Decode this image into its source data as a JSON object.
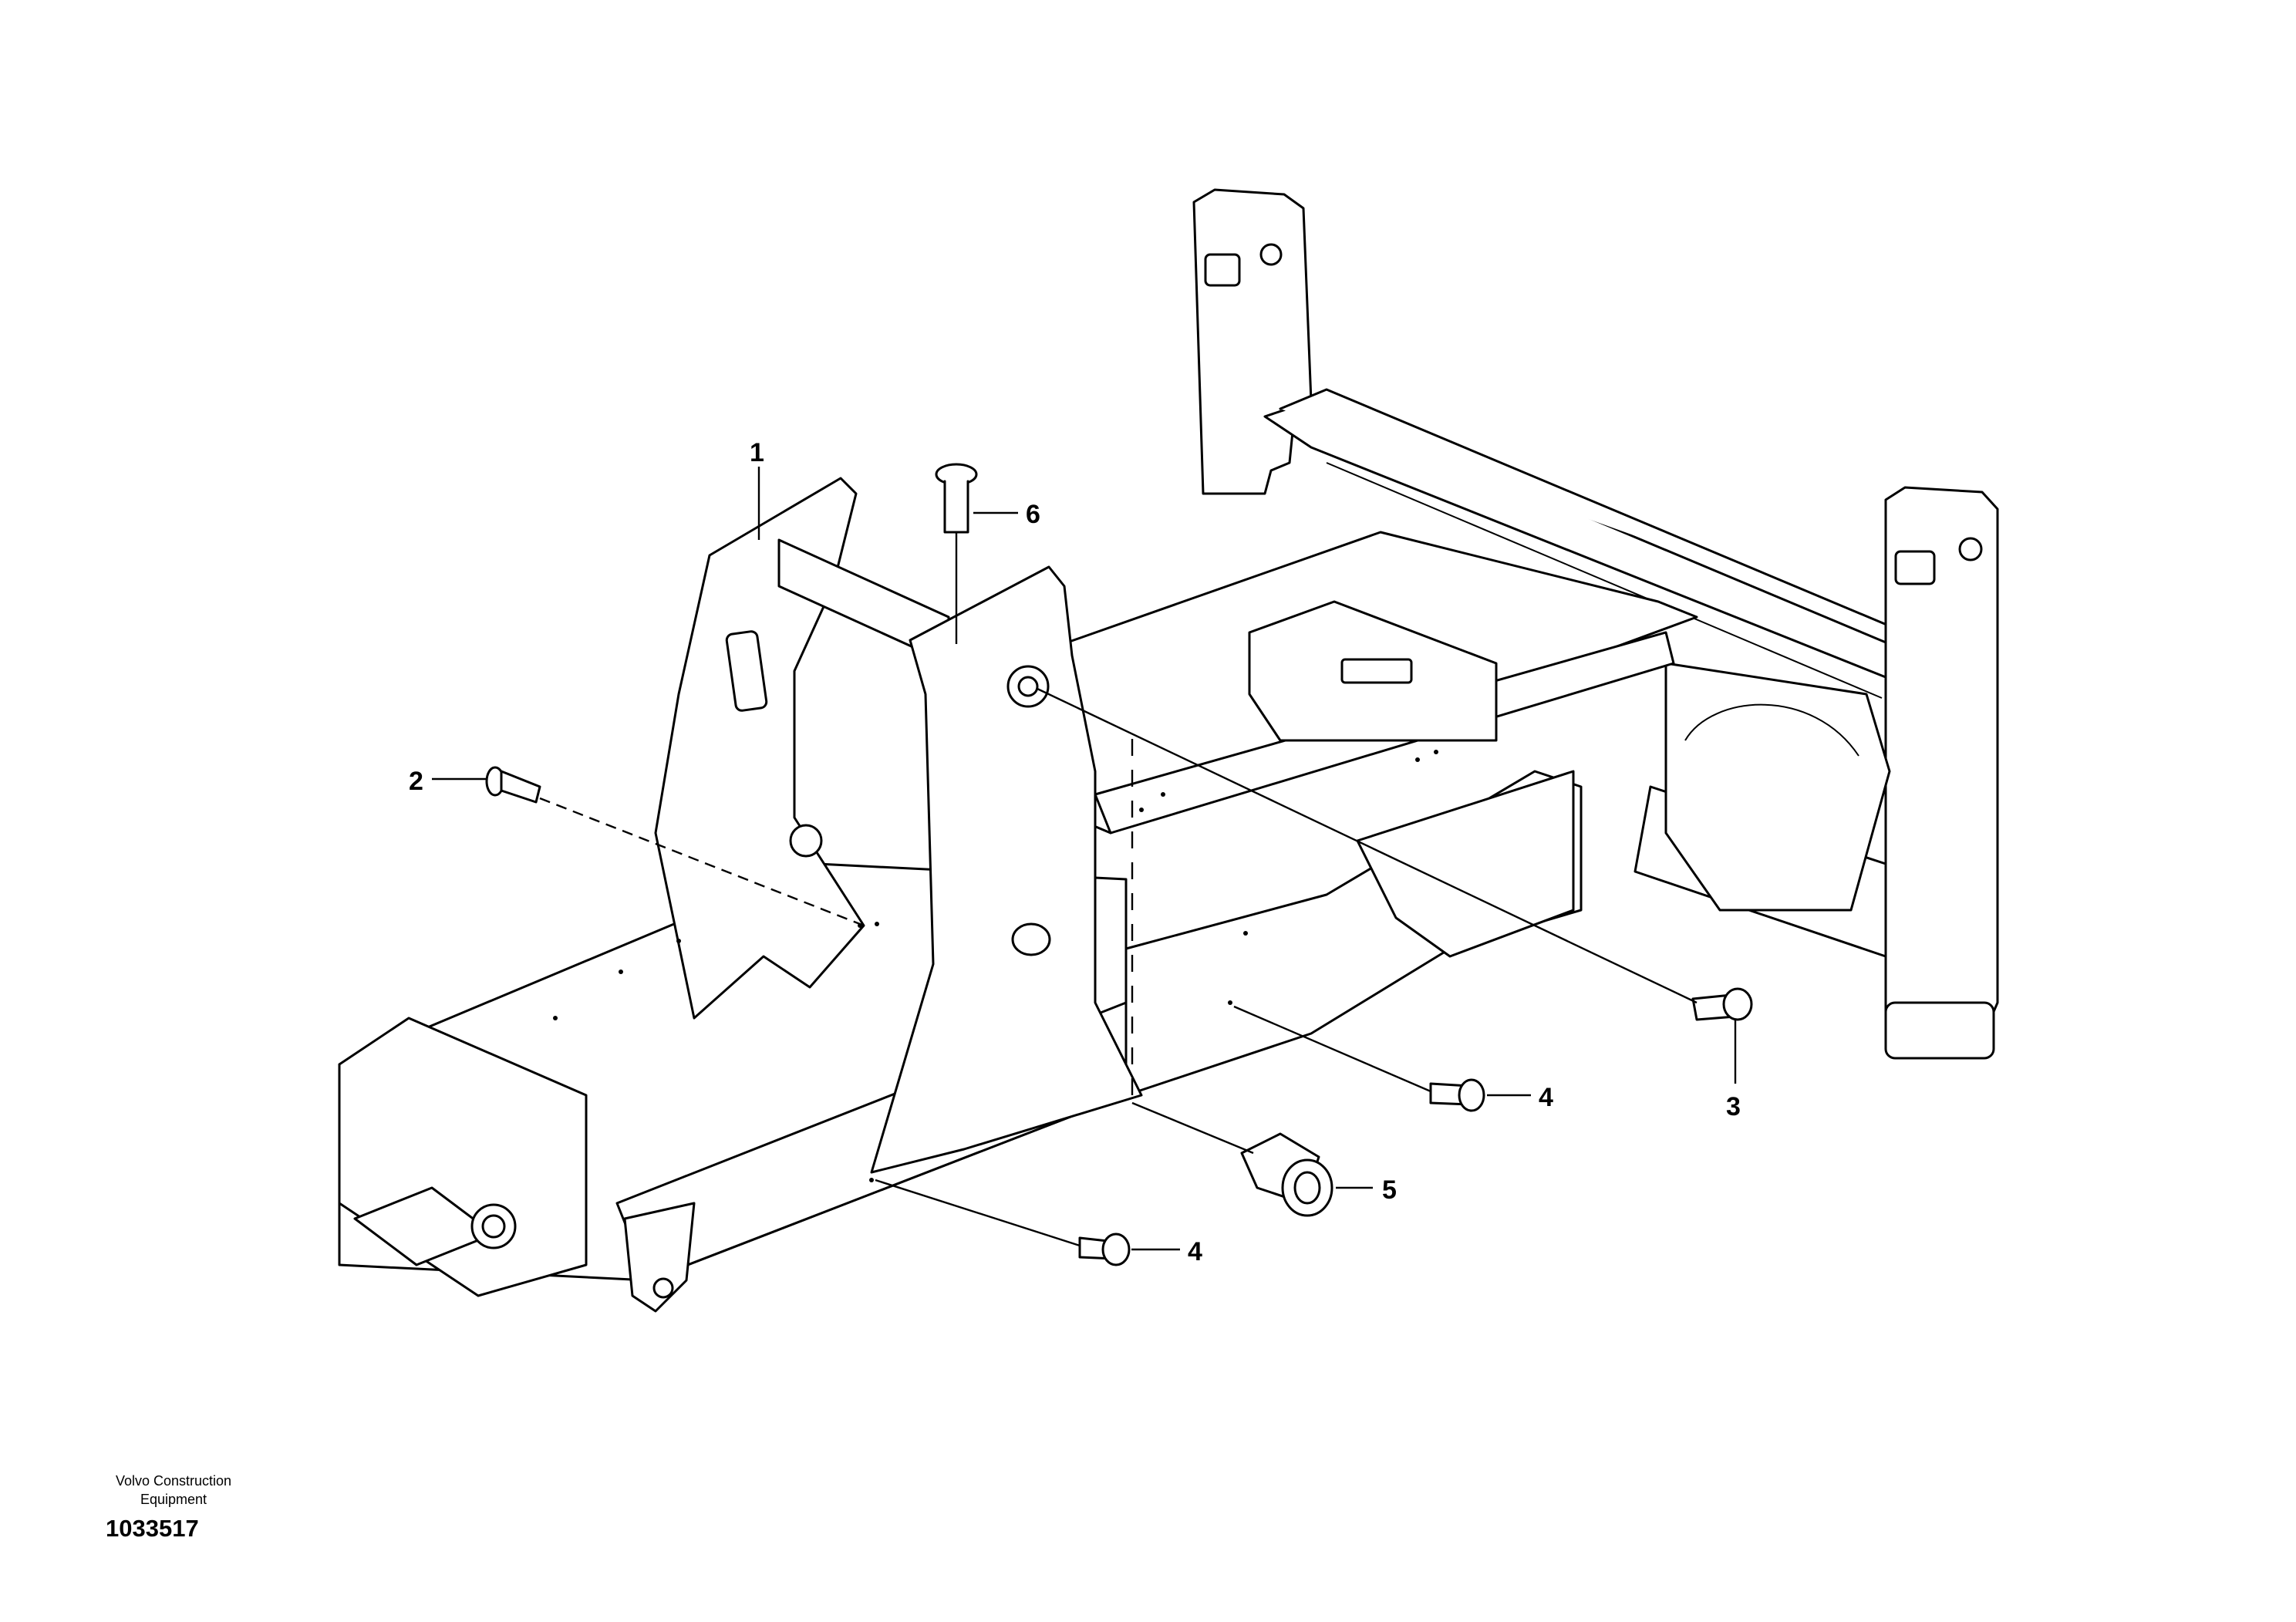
{
  "callouts": [
    {
      "id": "1",
      "label": "1"
    },
    {
      "id": "2",
      "label": "2"
    },
    {
      "id": "3",
      "label": "3"
    },
    {
      "id": "4a",
      "label": "4"
    },
    {
      "id": "4b",
      "label": "4"
    },
    {
      "id": "5",
      "label": "5"
    },
    {
      "id": "6",
      "label": "6"
    }
  ],
  "footer": {
    "maker_line1": "Volvo Construction",
    "maker_line2": "Equipment",
    "drawing_number": "1033517"
  }
}
